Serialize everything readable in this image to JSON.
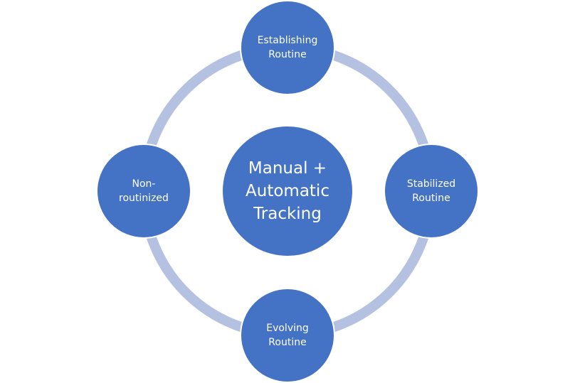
{
  "diagram": {
    "ring_color": "#b4c1e1",
    "node_color": "#4472c4",
    "text_color": "#ffffff",
    "center": {
      "label": "Manual +\nAutomatic\nTracking"
    },
    "nodes": {
      "top": {
        "label": "Establishing\nRoutine"
      },
      "right": {
        "label": "Stabilized\nRoutine"
      },
      "bottom": {
        "label": "Evolving\nRoutine"
      },
      "left": {
        "label": "Non-\nroutinized"
      }
    }
  }
}
